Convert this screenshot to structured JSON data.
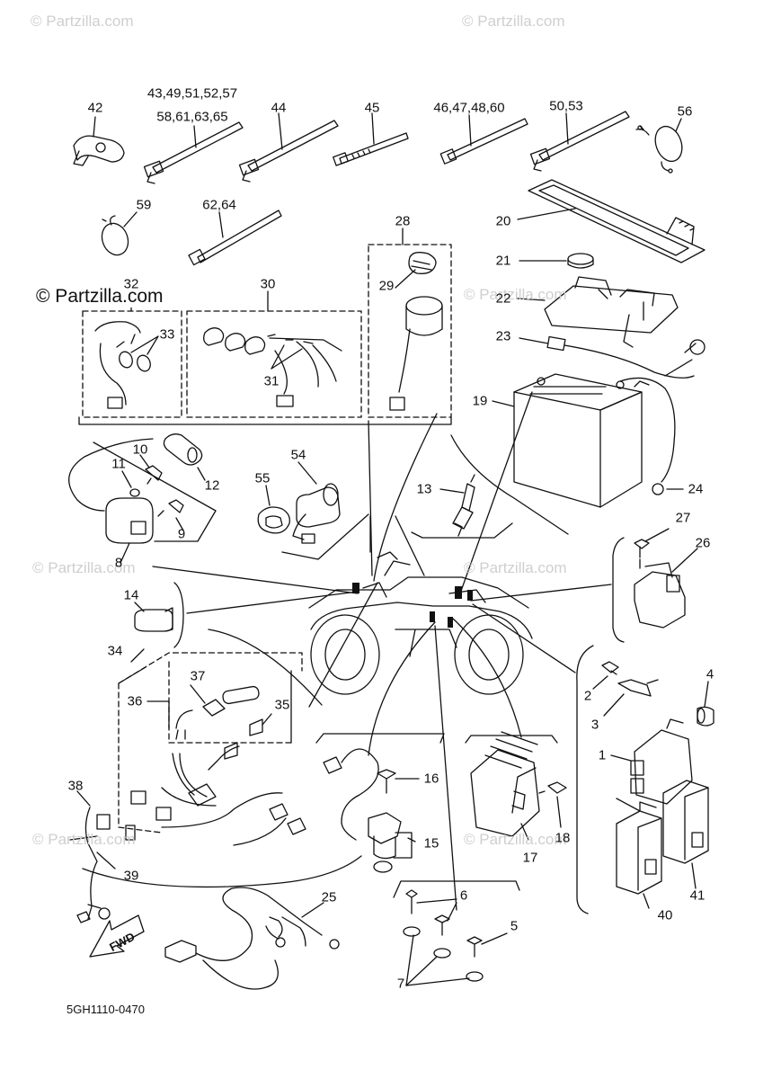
{
  "watermarks": {
    "top_left": "© Partzilla.com",
    "top_right": "© Partzilla.com",
    "main": "© Partzilla.com",
    "mid_left_1": "© Partzilla.com",
    "mid_right_1": "© Partzilla.com",
    "mid_left_2": "© Partzilla.com",
    "mid_right_2": "© Partzilla.com",
    "bottom_left": "© Partzilla.com",
    "bottom_right": "© Partzilla.com"
  },
  "diagram_code": "5GH1110-0470",
  "fwd_label": "FWD",
  "callouts": {
    "c42": "42",
    "c43": "43,49,51,52,57",
    "c58": "58,61,63,65",
    "c44": "44",
    "c45": "45",
    "c46": "46,47,48,60",
    "c50": "50,53",
    "c56": "56",
    "c59": "59",
    "c62": "62,64",
    "c28": "28",
    "c20": "20",
    "c21": "21",
    "c22": "22",
    "c29": "29",
    "c32": "32",
    "c30": "30",
    "c33": "33",
    "c31": "31",
    "c23": "23",
    "c19": "19",
    "c10": "10",
    "c11": "11",
    "c12": "12",
    "c54": "54",
    "c55": "55",
    "c13": "13",
    "c24": "24",
    "c9": "9",
    "c8": "8",
    "c27": "27",
    "c26": "26",
    "c14": "14",
    "c34": "34",
    "c37": "37",
    "c36": "36",
    "c35": "35",
    "c2": "2",
    "c4": "4",
    "c3": "3",
    "c1": "1",
    "c16": "16",
    "c15": "15",
    "c18": "18",
    "c17": "17",
    "c38": "38",
    "c39": "39",
    "c6": "6",
    "c5": "5",
    "c7": "7",
    "c25": "25",
    "c40": "40",
    "c41": "41"
  }
}
